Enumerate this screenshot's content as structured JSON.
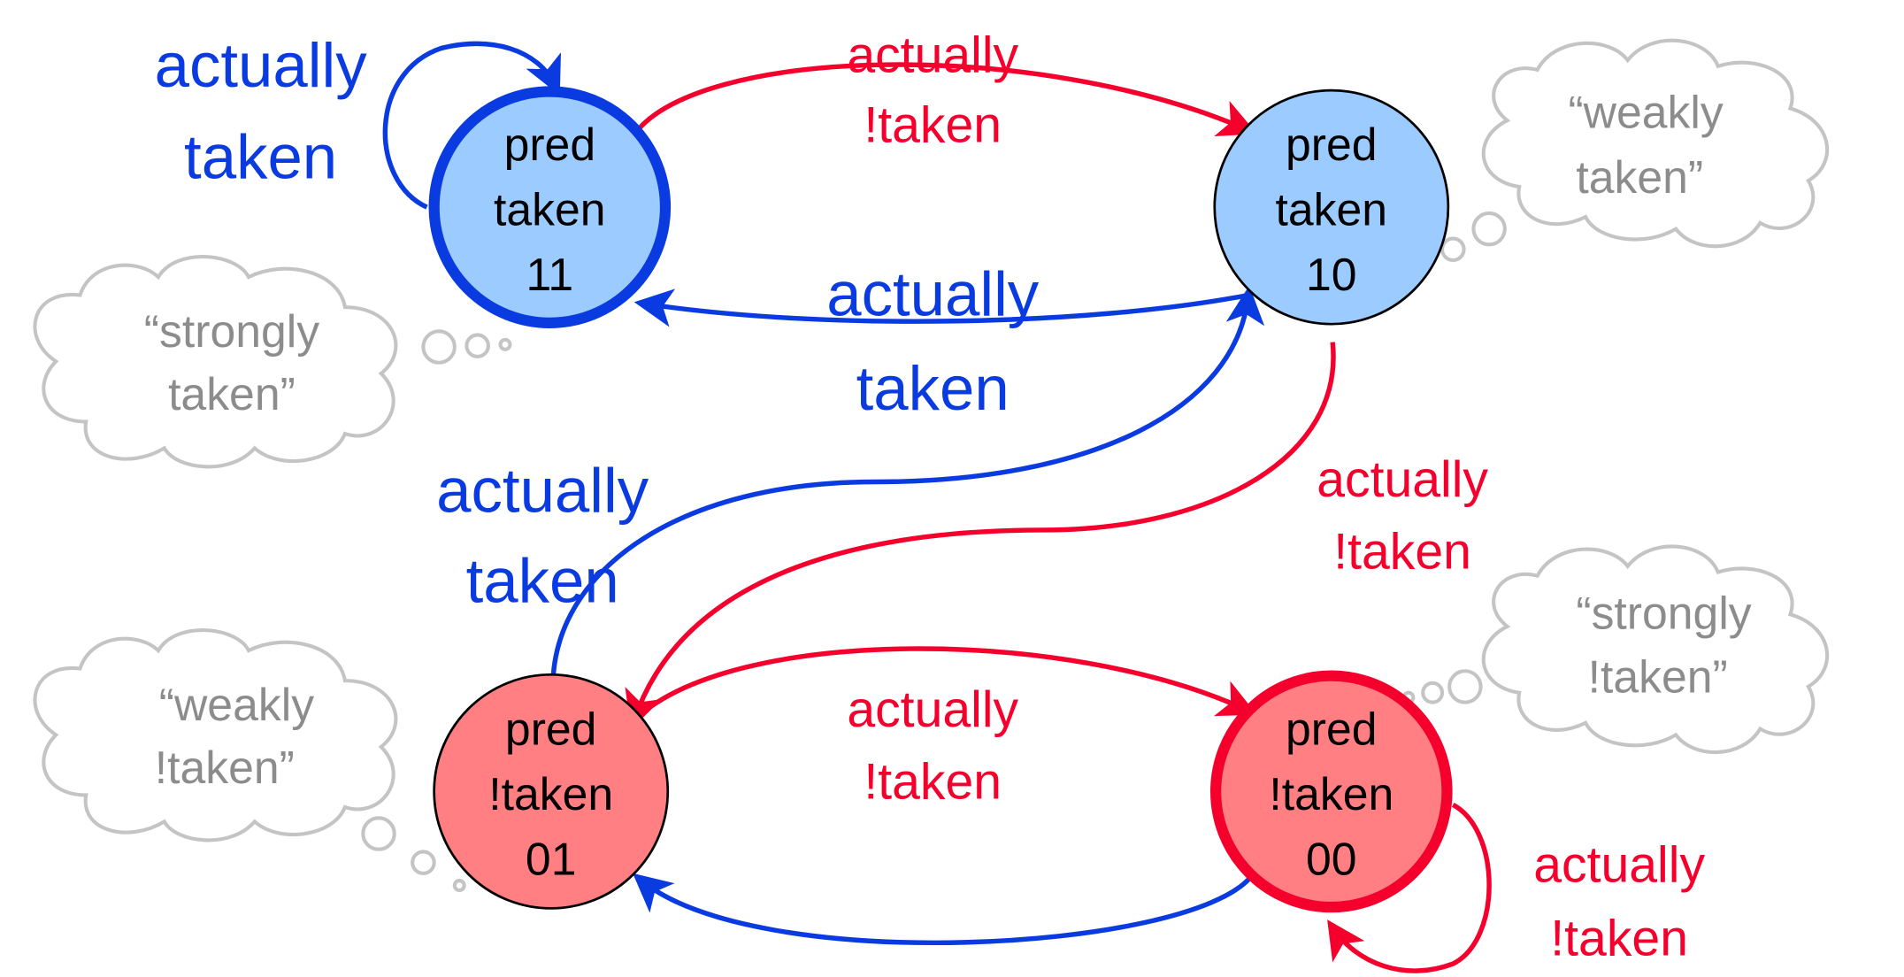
{
  "diagram": {
    "title": "2-bit branch predictor state machine",
    "colors": {
      "taken_edge": "#0a3be0",
      "not_taken_edge": "#f5002d",
      "taken_state_fill": "#9ccbff",
      "not_taken_state_fill": "#ff7f82",
      "thought_text": "#8c8c8c",
      "thought_outline": "#c4c4c4"
    },
    "states": [
      {
        "id": "11",
        "line1": "pred",
        "line2": "taken",
        "code": "11",
        "thought_open": "“strongly",
        "thought_close": "taken”"
      },
      {
        "id": "10",
        "line1": "pred",
        "line2": "taken",
        "code": "10",
        "thought_open": "“weakly",
        "thought_close": "taken”"
      },
      {
        "id": "01",
        "line1": "pred",
        "line2": "!taken",
        "code": "01",
        "thought_open": "“weakly",
        "thought_close": "!taken”"
      },
      {
        "id": "00",
        "line1": "pred",
        "line2": "!taken",
        "code": "00",
        "thought_open": "“strongly",
        "thought_close": "!taken”"
      }
    ],
    "transitions": [
      {
        "from": "11",
        "to": "11",
        "l1": "actually",
        "l2": "taken"
      },
      {
        "from": "11",
        "to": "10",
        "l1": "actually",
        "l2": "!taken"
      },
      {
        "from": "10",
        "to": "11",
        "l1": "actually",
        "l2": "taken"
      },
      {
        "from": "10",
        "to": "01",
        "l1": "actually",
        "l2": "!taken"
      },
      {
        "from": "01",
        "to": "10",
        "l1": "actually",
        "l2": "taken"
      },
      {
        "from": "01",
        "to": "00",
        "l1": "actually",
        "l2": "!taken"
      },
      {
        "from": "00",
        "to": "01",
        "l1": "actually",
        "l2": "taken"
      },
      {
        "from": "00",
        "to": "00",
        "l1": "actually",
        "l2": "!taken"
      }
    ]
  }
}
